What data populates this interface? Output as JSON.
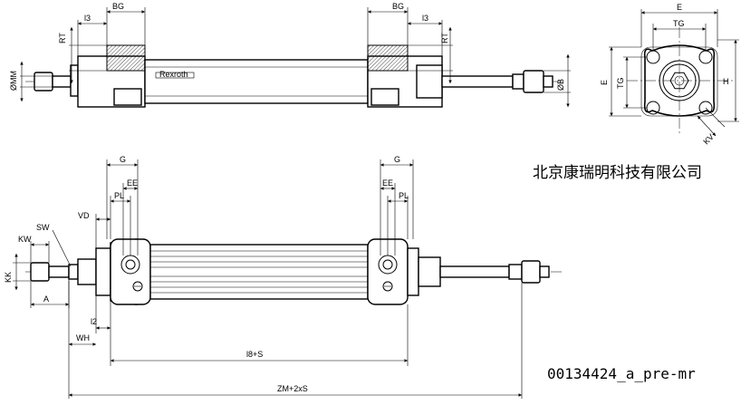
{
  "company_name": "北京康瑞明科技有限公司",
  "document_id": "00134424_a_pre-mr",
  "labels": {
    "BG": "BG",
    "l3": "l3",
    "RT": "RT",
    "MM": "ØMM",
    "B": "ØB",
    "E": "E",
    "TG": "TG",
    "H": "H",
    "KV": "KV",
    "G": "G",
    "EE": "EE",
    "PL": "PL",
    "VD": "VD",
    "SW": "SW",
    "KW": "KW",
    "KK": "KK",
    "A": "A",
    "l2": "l2",
    "WH": "WH",
    "l8S": "l8+S",
    "ZM": "ZM+2xS"
  },
  "icons": {
    "port": "circle-port-icon",
    "cushion": "cushion-screw-icon"
  }
}
